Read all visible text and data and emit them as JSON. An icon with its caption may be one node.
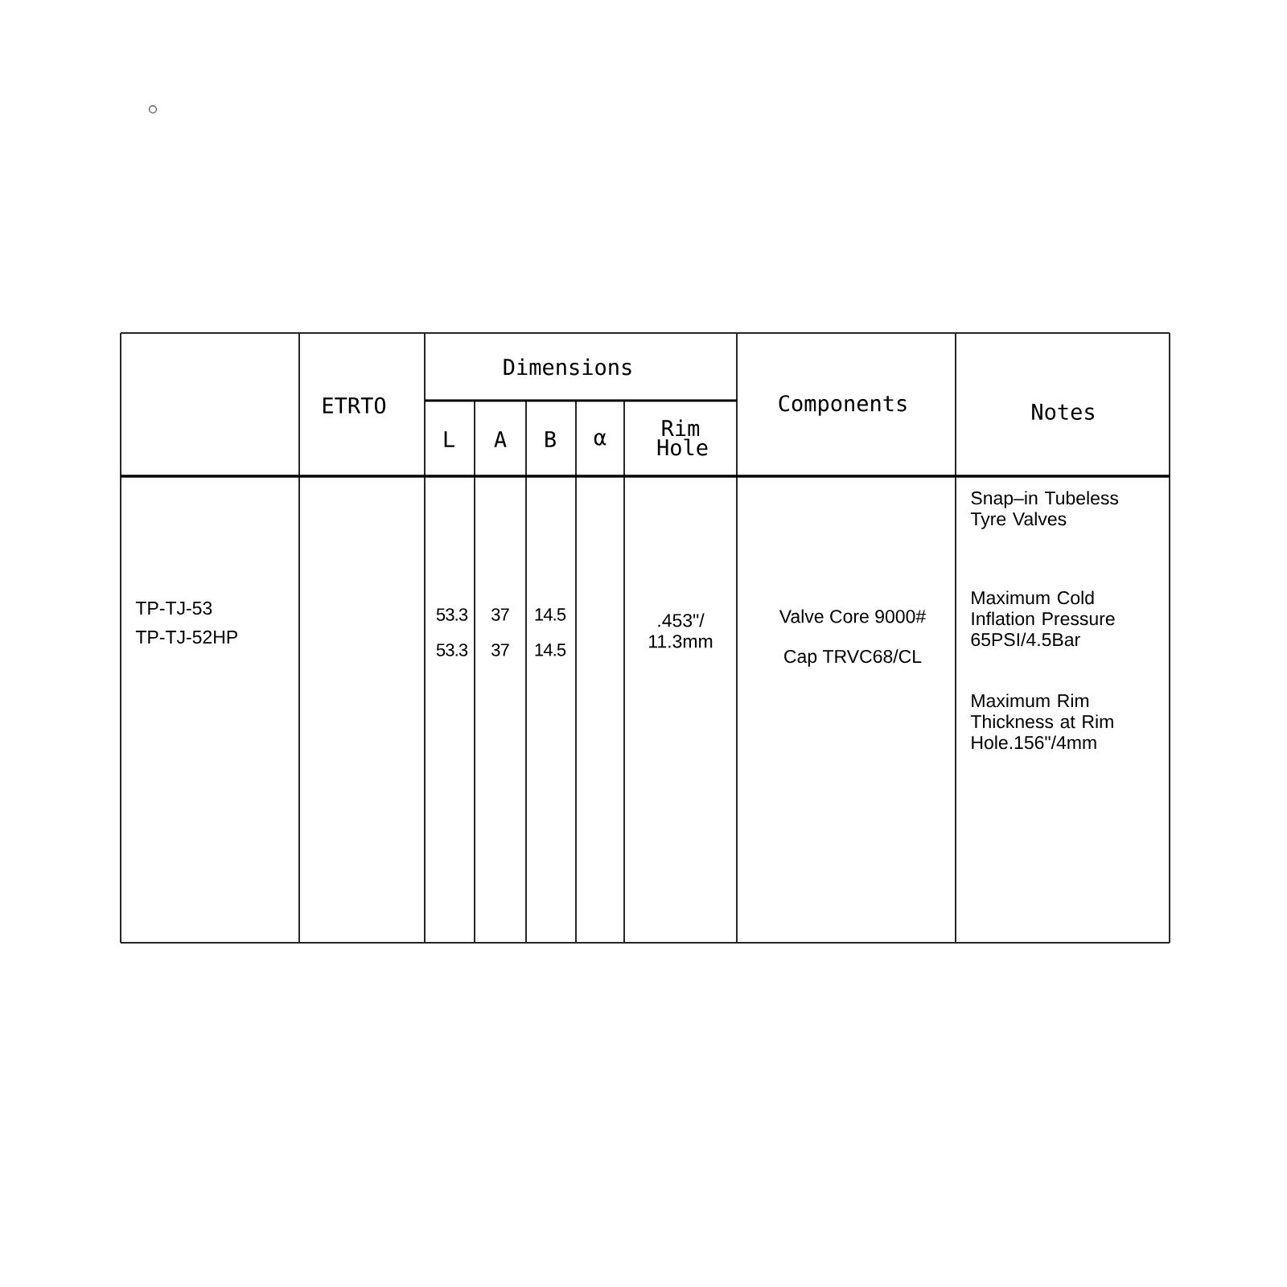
{
  "diagram": {
    "labels": [
      "ETRTO",
      "Dimensions",
      "Components",
      "Notes",
      "L",
      "A",
      "B",
      "α",
      "Rim Hole",
      "TP-TJ-53",
      "TP-TJ-52HP",
      "53.3",
      "53.3",
      "37",
      "37",
      "14.5",
      "14.5",
      ".453\"/ 11.3mm",
      "Valve Core 9000#",
      "Cap TRVC68/CL",
      "Snap–in Tubeless Tyre Valves",
      "Maximum Cold Inflation Pressure 65PSI/4.5Bar",
      "Maximum Rim Thickness at Rim Hole.156\"/4mm"
    ]
  }
}
